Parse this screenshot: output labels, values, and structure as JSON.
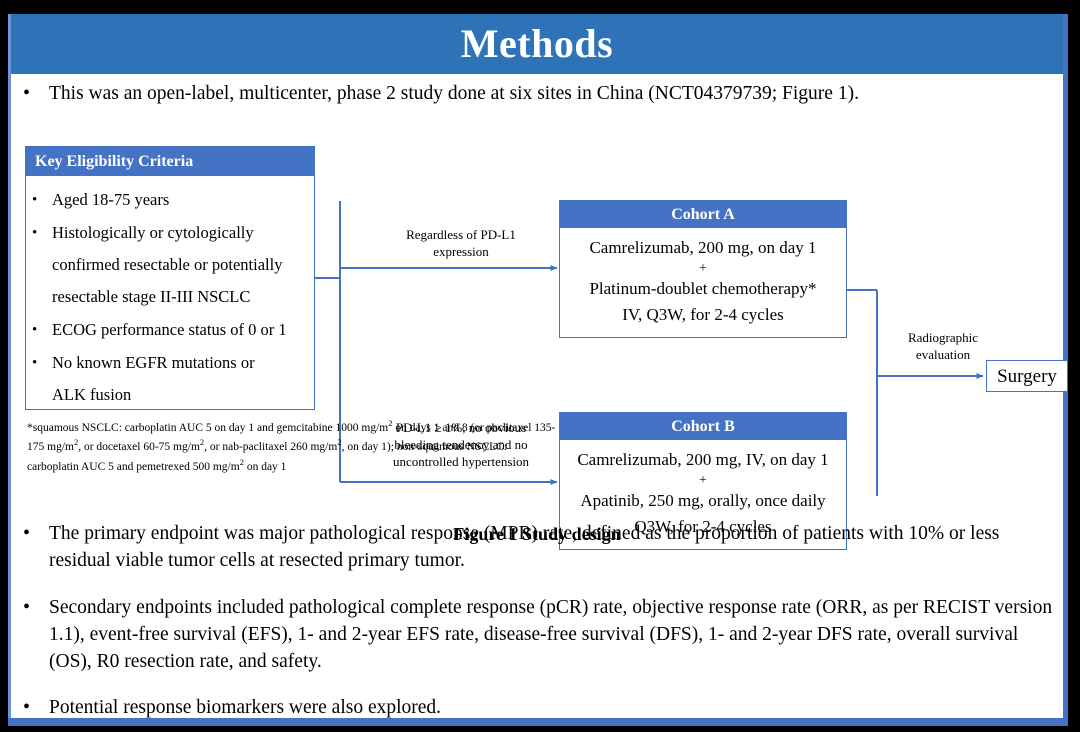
{
  "slide": {
    "title": "Methods",
    "title_bar_color": "#2E72B8",
    "accent_color": "#4472C4",
    "frame_color": "#000000"
  },
  "lead_bullet": {
    "marker": "•",
    "text": "This was an open-label, multicenter, phase 2 study done at six sites in China (NCT04379739; Figure 1)."
  },
  "figure": {
    "caption": "Figure 1 Study design",
    "eligibility": {
      "header": "Key  Eligibility Criteria",
      "items": [
        {
          "marker": "•",
          "lines": [
            "Aged 18-75 years"
          ]
        },
        {
          "marker": "•",
          "lines": [
            "Histologically or cytologically",
            "confirmed resectable or potentially",
            "resectable stage II-III  NSCLC"
          ]
        },
        {
          "marker": "•",
          "lines": [
            "ECOG performance status of 0 or 1"
          ]
        },
        {
          "marker": "•",
          "lines": [
            "No known EGFR mutations or",
            "ALK fusion"
          ]
        }
      ]
    },
    "footnote": "*squamous NSCLC: carboplatin AUC 5 on day 1 and gemcitabine 1000 mg/m2 on days 1 and 8 (or paclitaxel 135-175 mg/m2, or docetaxel 60-75 mg/m2, or nab-paclitaxel 260 mg/m2, on day 1); non-squamous NSCLC: carboplatin AUC 5 and pemetrexed 500 mg/m2 on day 1",
    "cohort_a": {
      "header": "Cohort A",
      "line1": "Camrelizumab, 200 mg, on day 1",
      "plus": "+",
      "line2": "Platinum-doublet chemotherapy*",
      "line3": "IV, Q3W, for 2-4 cycles"
    },
    "cohort_b": {
      "header": "Cohort B",
      "line1": "Camrelizumab, 200 mg, IV, on day 1",
      "plus": "+",
      "line2": "Apatinib, 250 mg, orally, once daily",
      "line3": "Q3W, for 2-4 cycles"
    },
    "connector_labels": {
      "top": "Regardless  of PD-L1\nexpression",
      "bottom": "PD-L1 ≥ 1%, no obvious\nbleeding tendency  and no\nuncontrolled  hypertension",
      "right": "Radiographic\nevaluation"
    },
    "surgery": {
      "label": "Surgery"
    }
  },
  "endpoints": [
    {
      "marker": "•",
      "text": "The primary endpoint was major pathological response (MPR) rate, defined as the proportion of patients with 10% or less residual viable tumor cells at resected primary tumor."
    },
    {
      "marker": "•",
      "text": "Secondary endpoints included pathological complete response (pCR) rate, objective response rate (ORR, as per RECIST version 1.1), event-free survival (EFS), 1- and 2-year EFS rate, disease-free survival (DFS), 1- and 2-year DFS rate, overall survival (OS), R0 resection rate, and safety."
    },
    {
      "marker": "•",
      "text": "Potential response biomarkers were also explored."
    }
  ]
}
